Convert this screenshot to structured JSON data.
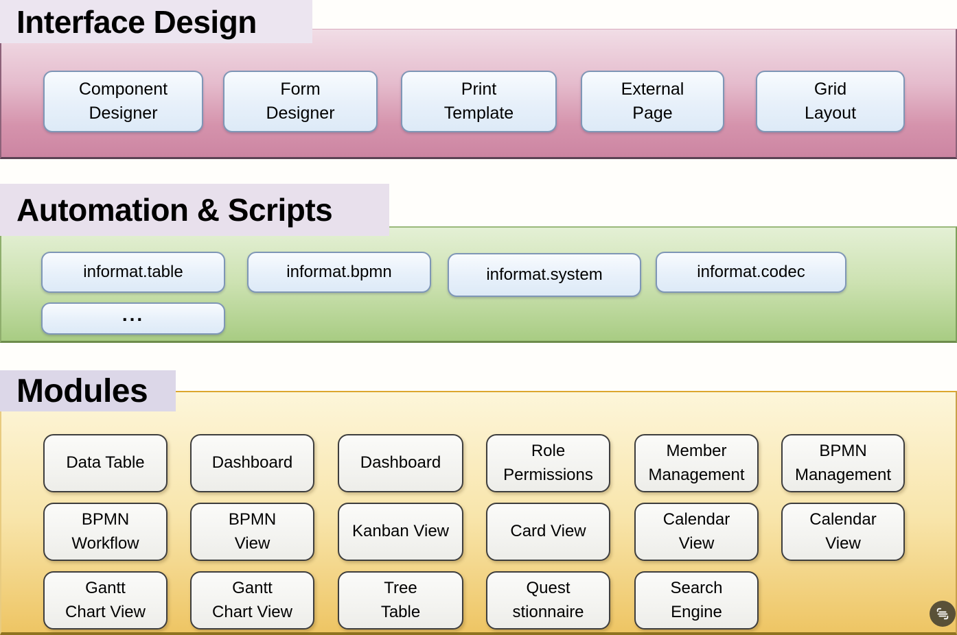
{
  "sections": {
    "interface_design": {
      "title": "Interface Design",
      "title_bg": "#ece5f0",
      "band_top_color": "#f1dde6",
      "band_bottom_color": "#cc85a2",
      "button_fill": "#e7f0fa",
      "button_border": "#7e96b6",
      "items": [
        "Component\nDesigner",
        "Form\nDesigner",
        "Print\nTemplate",
        "External\nPage",
        "Grid\nLayout"
      ]
    },
    "automation_scripts": {
      "title": "Automation & Scripts",
      "title_bg": "#e8e0ec",
      "band_top_color": "#e4f0d5",
      "band_bottom_color": "#a8cc83",
      "items": [
        "informat.table",
        "informat.bpmn",
        "informat.system",
        "informat.codec",
        "..."
      ]
    },
    "modules": {
      "title": "Modules",
      "title_bg": "#dcd7e8",
      "band_top_color": "#fdf6da",
      "band_bottom_color": "#eec564",
      "button_fill": "#f3f3f0",
      "button_border": "#3d3d3d",
      "rows": [
        [
          "Data Table",
          "Dashboard",
          "Dashboard",
          "Role\nPermissions",
          "Member\nManagement",
          "BPMN\nManagement"
        ],
        [
          "BPMN\nWorkflow",
          "BPMN\nView",
          "Kanban View",
          "Card View",
          "Calendar\nView",
          "Calendar\nView"
        ],
        [
          "Gantt\nChart View",
          "Gantt\nChart View",
          "Tree\nTable",
          "Quest\nstionnaire",
          "Search\nEngine"
        ]
      ]
    }
  },
  "overlay": {
    "icon": "scan-text-icon",
    "bg": "#444030"
  }
}
